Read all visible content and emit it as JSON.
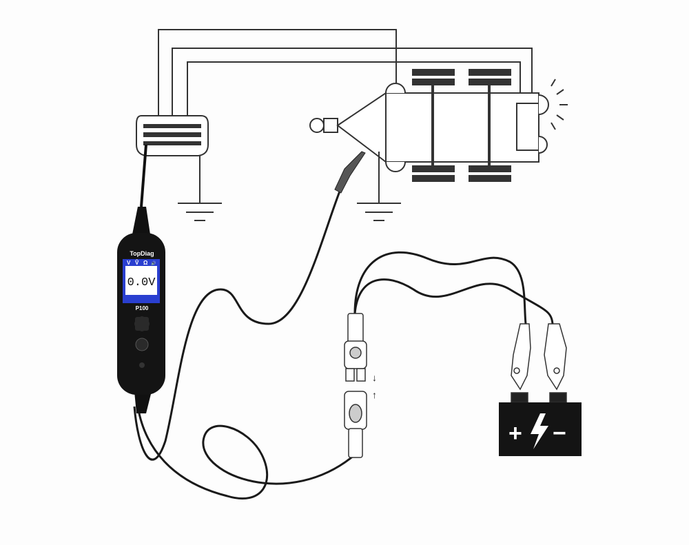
{
  "device": {
    "brand": "TopDiag",
    "model": "P100",
    "reading": "0.0V",
    "mode_icons": [
      "V",
      "Ṽ",
      "Ω",
      "🔊"
    ]
  },
  "battery": {
    "positive": "+",
    "negative": "−",
    "bolt": "⚡"
  },
  "connector_arrows": {
    "down": "↓",
    "up": "↑"
  },
  "colors": {
    "screen_blue": "#2a3fd0",
    "device_black": "#141414",
    "line": "#333333"
  }
}
